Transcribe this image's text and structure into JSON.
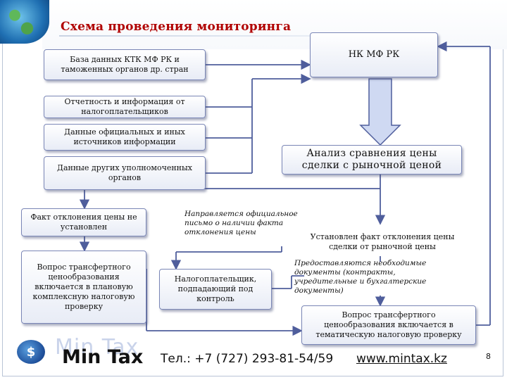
{
  "title": "Схема проведения мониторинга",
  "nodes": {
    "db": "База данных КТК МФ РК и таможенных органов др. стран",
    "reports": "Отчетность и информация от налогоплательщиков",
    "official": "Данные официальных и иных источников информации",
    "other_agencies": "Данные других уполномоченных органов",
    "nk": "НК МФ РК",
    "analysis": "Анализ сравнения цены сделки с рыночной ценой",
    "not_established": "Факт отклонения цены не установлен",
    "planned_check": "Вопрос трансфертного ценообразования включается в плановую комплексную налоговую проверку",
    "taxpayer": "Налогоплательщик, подпадающий под контроль",
    "thematic_check": "Вопрос трансфертного ценообразования включается в тематическую налоговую проверку"
  },
  "labels": {
    "letter": "Направляется официальное письмо о наличии факта отклонения цены",
    "established": "Установлен факт отклонения цены сделки от рыночной цены",
    "documents": "Предоставляются необходимые документы (контракты, учредительные и бухгалтерские документы)"
  },
  "footer": {
    "logo_ghost": "Min Tax",
    "logo": "Min Tax",
    "phone": "Тел.: +7 (727) 293-81-54/59",
    "website": "www.mintax.kz",
    "page_number": "8"
  },
  "colors": {
    "title": "#b00000",
    "box_border": "#7a86b6",
    "line": "#5a6aa8",
    "arrow_fill": "#cfd9f2"
  }
}
